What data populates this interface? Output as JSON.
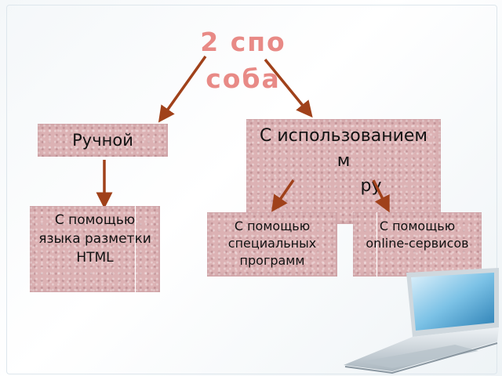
{
  "title": "2 способа",
  "boxes": {
    "manual": "Ручной",
    "using": "С использованием",
    "using_overflow": "м",
    "using_hidden": "ру",
    "html_method": "С помощью языка разметки HTML",
    "programs_method": "С помощью специальных программ",
    "online_method": "С помощью online-сервисов"
  },
  "colors": {
    "title": "#e88a86",
    "box": "#dcb2b4",
    "arrow": "#a0411a"
  }
}
